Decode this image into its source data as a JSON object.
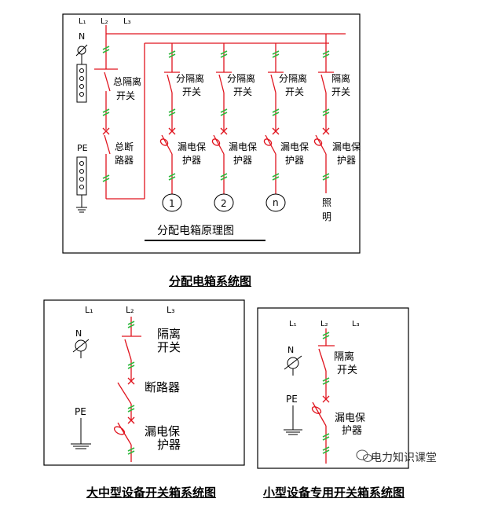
{
  "colors": {
    "wire": "#e0141e",
    "green": "#2db83c",
    "frame": "#000000",
    "text": "#000000"
  },
  "top_diagram": {
    "phase_labels": [
      "L₁",
      "L₂",
      "L₃"
    ],
    "n_label": "N",
    "pe_label": "PE",
    "main_switch": [
      "总隔离",
      "开关"
    ],
    "main_breaker": [
      "总断",
      "路器"
    ],
    "branch_switch_labels": [
      [
        "分隔离",
        "开关"
      ],
      [
        "分隔离",
        "开关"
      ],
      [
        "分隔离",
        "开关"
      ],
      [
        "隔离",
        "开关"
      ]
    ],
    "rcd_labels": [
      [
        "漏电保",
        "护器"
      ],
      [
        "漏电保",
        "护器"
      ],
      [
        "漏电保",
        "护器"
      ],
      [
        "漏电保",
        "护器"
      ]
    ],
    "outputs": [
      "1",
      "2",
      "n"
    ],
    "lighting": [
      "照",
      "明"
    ],
    "caption": "分配电箱原理图"
  },
  "main_title": "分配电箱系统图",
  "left_diagram": {
    "phase_labels": [
      "L₁",
      "L₂",
      "L₃"
    ],
    "n_label": "N",
    "pe_label": "PE",
    "switch_label": [
      "隔离",
      "开关"
    ],
    "breaker_label": "断路器",
    "rcd_label": [
      "漏电保",
      "护器"
    ],
    "caption": "大中型设备开关箱系统图"
  },
  "right_diagram": {
    "phase_labels": [
      "L₁",
      "L₂",
      "L₃"
    ],
    "n_label": "N",
    "pe_label": "PE",
    "switch_label": [
      "隔离",
      "开关"
    ],
    "rcd_label": [
      "漏电保",
      "护器"
    ],
    "caption": "小型设备专用开关箱系统图"
  },
  "watermark": "电力知识课堂"
}
